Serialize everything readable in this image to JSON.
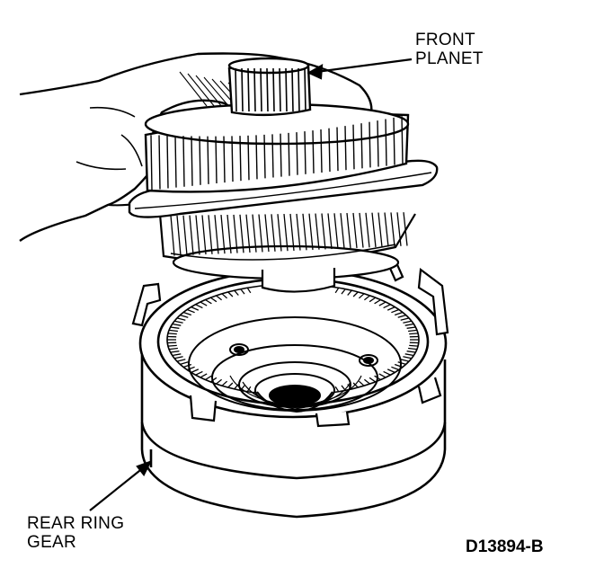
{
  "labels": {
    "front_planet": [
      "FRONT",
      "PLANET"
    ],
    "rear_ring_gear": [
      "REAR RING",
      "GEAR"
    ]
  },
  "figure_id": "D13894-B",
  "colors": {
    "line": "#000000",
    "background": "#ffffff"
  }
}
